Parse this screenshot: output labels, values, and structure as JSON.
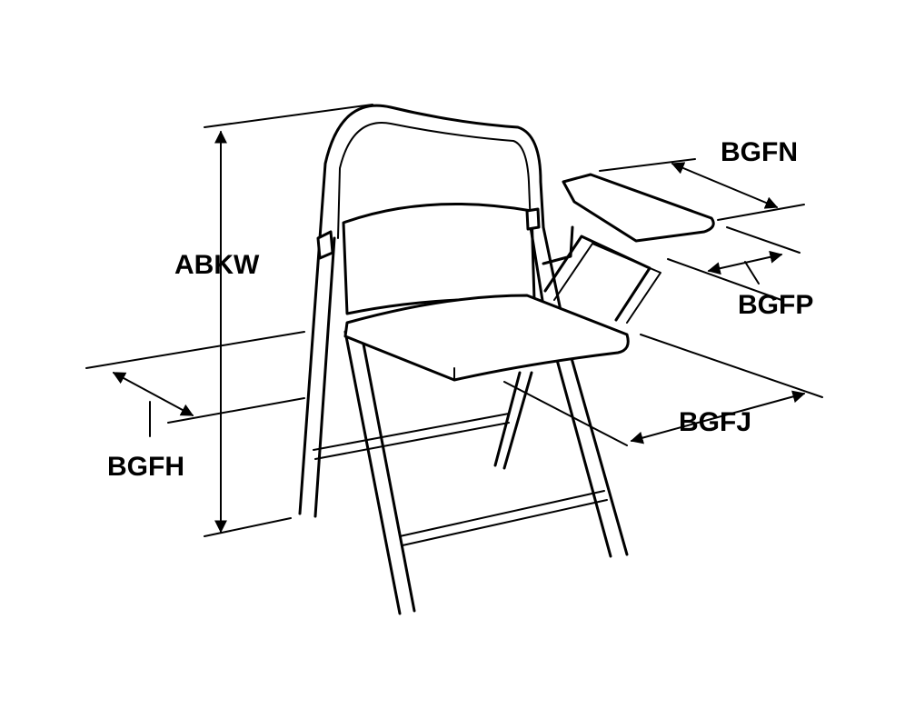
{
  "labels": {
    "abkw": "ABKW",
    "bgfn": "BGFN",
    "bgfp": "BGFP",
    "bgfj": "BGFJ",
    "bgfh": "BGFH"
  },
  "colors": {
    "ink": "#000000",
    "background": "#ffffff"
  }
}
